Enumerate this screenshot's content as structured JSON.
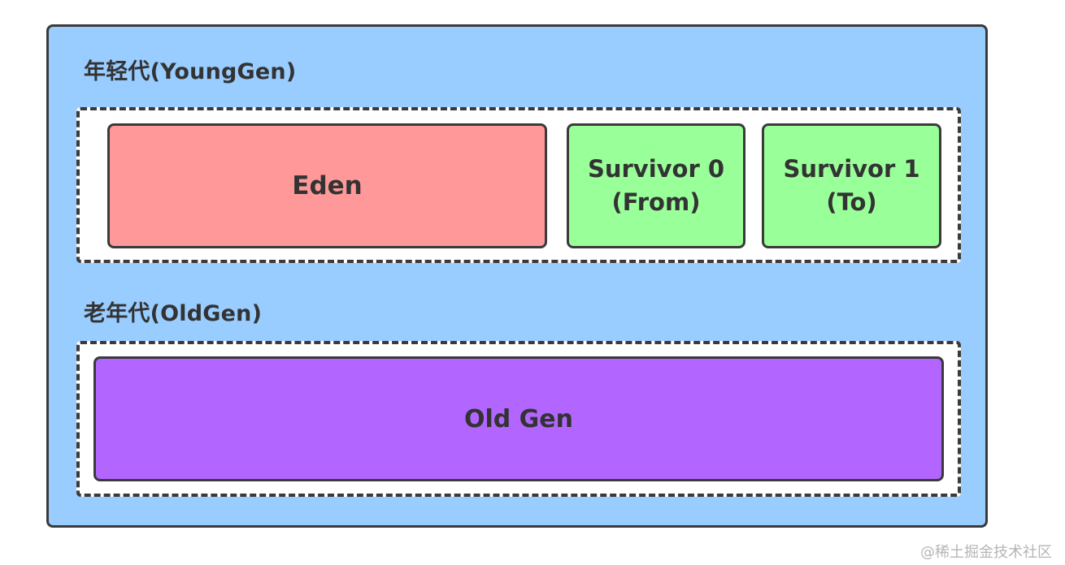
{
  "young_gen": {
    "title": "年轻代(YoungGen)",
    "eden": "Eden",
    "survivor0": {
      "line1": "Survivor 0",
      "line2": "(From)"
    },
    "survivor1": {
      "line1": "Survivor 1",
      "line2": "(To)"
    }
  },
  "old_gen": {
    "title": "老年代(OldGen)",
    "label": "Old Gen"
  },
  "watermark": "@稀土掘金技术社区",
  "colors": {
    "heap_background": "#99ccff",
    "eden": "#ff9999",
    "survivor": "#99ff99",
    "old_gen": "#b266ff",
    "border": "#3a3a3a"
  }
}
